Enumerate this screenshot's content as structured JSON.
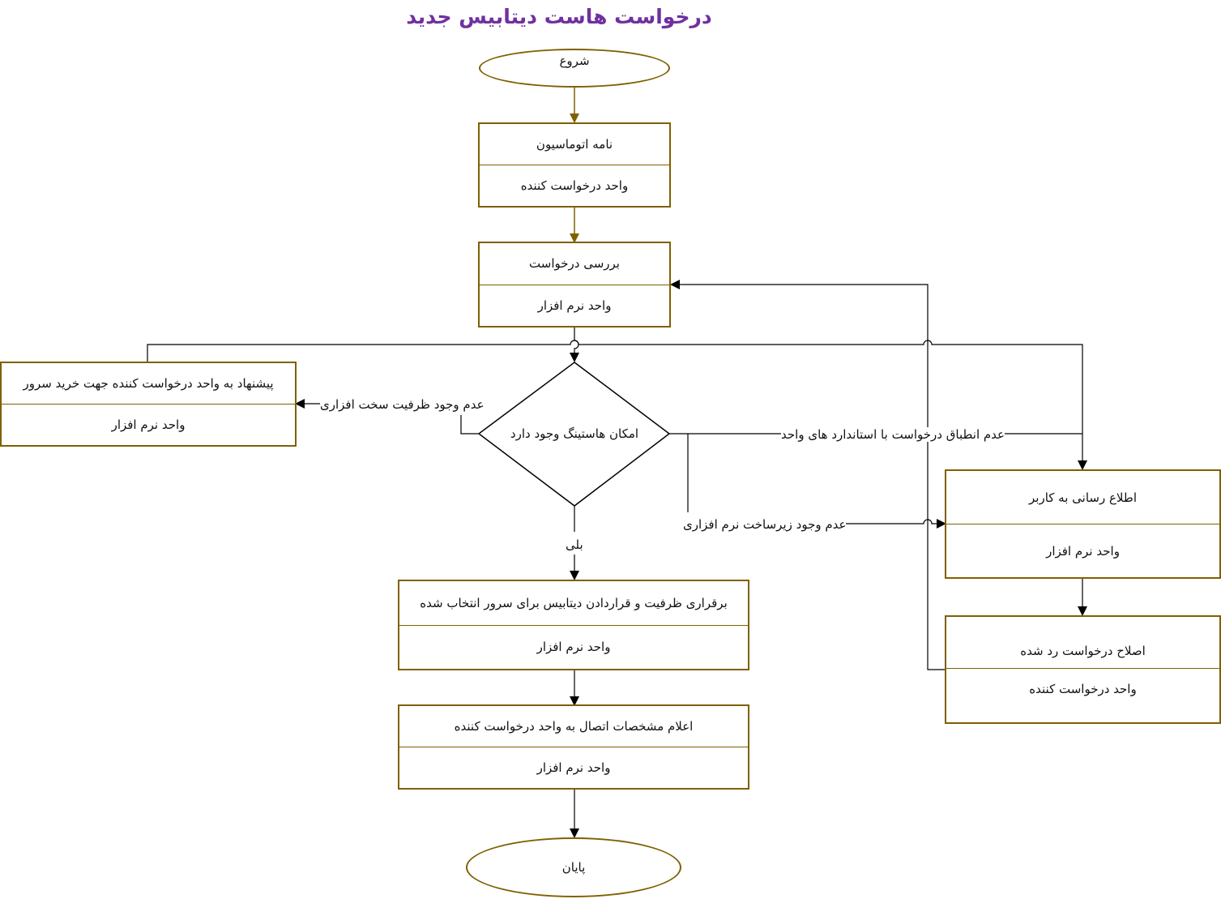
{
  "title": "درخواست هاست دیتابیس جدید",
  "colors": {
    "title": "#7030a0",
    "box_border": "#7f6000",
    "connector": "#000000",
    "start_arrow": "#7f6000"
  },
  "nodes": {
    "start": {
      "label": "شروع"
    },
    "automation_letter": {
      "task": "نامه اتوماسیون",
      "owner": "واحد درخواست کننده"
    },
    "review_request": {
      "task": "بررسی درخواست",
      "owner": "واحد نرم افزار"
    },
    "decision": {
      "label": "امکان هاستینگ وجود دارد"
    },
    "suggest_purchase": {
      "task": "پیشنهاد به واحد درخواست کننده جهت خرید سرور",
      "owner": "واحد نرم افزار"
    },
    "notify_user": {
      "task": "اطلاع رسانی به کاربر",
      "owner": "واحد نرم افزار"
    },
    "fix_rejected": {
      "task": "اصلاح درخواست رد شده",
      "owner": "واحد درخواست کننده"
    },
    "allocate_capacity": {
      "task": "برقراری ظرفیت و قراردادن دیتابیس برای سرور انتخاب شده",
      "owner": "واحد نرم افزار"
    },
    "announce_connection": {
      "task": "اعلام مشخصات اتصال به واحد درخواست کننده",
      "owner": "واحد نرم افزار"
    },
    "end": {
      "label": "پایان"
    }
  },
  "edge_labels": {
    "no_hardware": "عدم وجود ظرفیت سخت افزاری",
    "non_compliance": "عدم انطباق درخواست با استاندارد های واحد",
    "no_software_infra": "عدم وجود زیرساخت نرم افزاری",
    "yes": "بلی"
  }
}
